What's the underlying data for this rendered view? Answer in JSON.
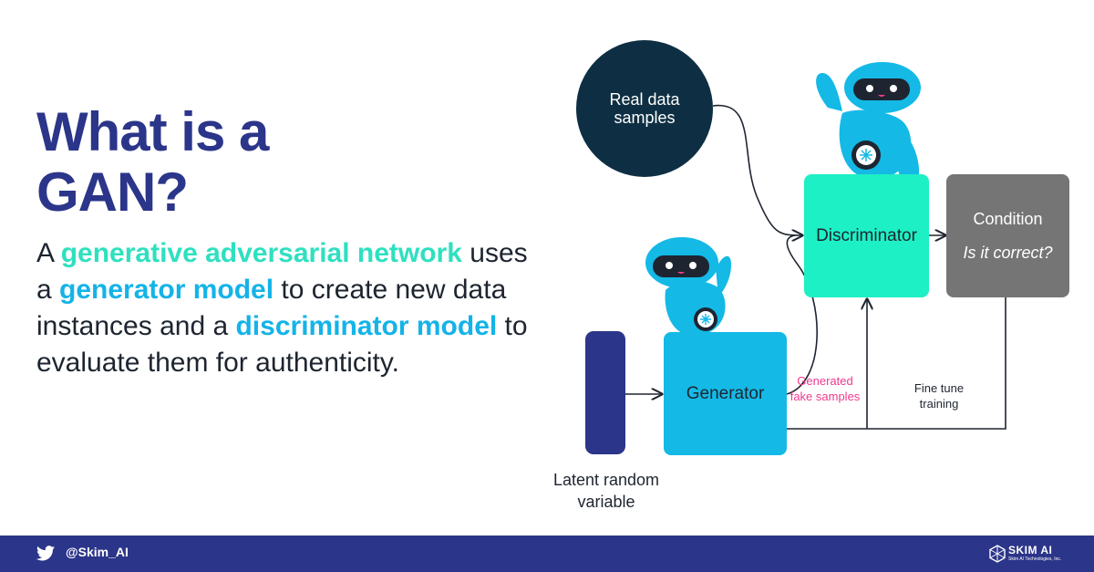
{
  "headline": {
    "line1": "What is a",
    "line2": "GAN?"
  },
  "description": {
    "p1": "A ",
    "h1": "generative adversarial network",
    "p2": " uses a ",
    "h2": "generator model",
    "p3": " to create new data instances and a ",
    "h3": "discriminator model",
    "p4": " to evaluate them for authenticity."
  },
  "diagram": {
    "real_data": "Real data samples",
    "generator": "Generator",
    "discriminator": "Discriminator",
    "condition_title": "Condition",
    "condition_question": "Is it correct?",
    "latent": "Latent random variable",
    "fake_samples": "Generated fake samples",
    "fine_tune": "Fine tune training"
  },
  "footer": {
    "handle": "@Skim_AI",
    "brand": "SKIM AI",
    "brand_sub": "Skim AI Technologies, Inc."
  },
  "colors": {
    "navy": "#2b3589",
    "teal": "#1df0c4",
    "blue": "#14b9e6",
    "dark": "#0e2f43",
    "gray": "#757575",
    "pink": "#f03a8e"
  },
  "icons": [
    "robot-icon",
    "twitter-icon",
    "skim-ai-logo-icon"
  ]
}
